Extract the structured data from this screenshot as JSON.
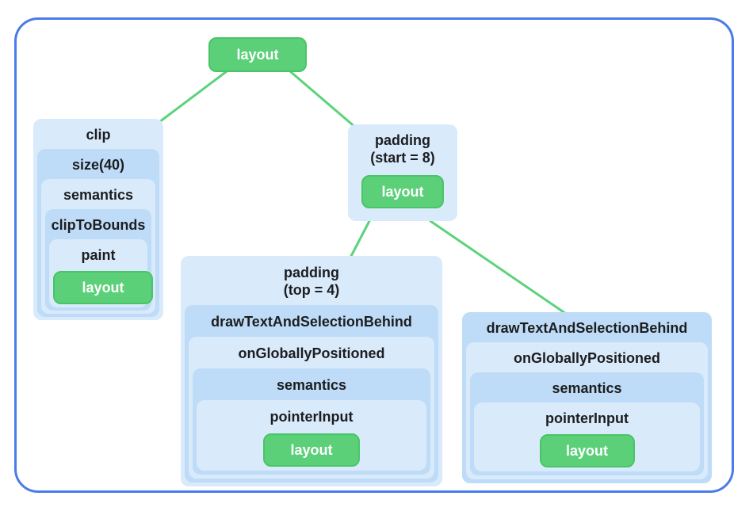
{
  "colors": {
    "frame_border": "#4A7BE8",
    "box_light_blue": "#D9EAFB",
    "box_mid_blue": "#BEDCF7",
    "leaf_green": "#5BD078",
    "leaf_green_border": "#4AC468",
    "edge_green": "#5CD37B",
    "label_text": "#1C1D1F",
    "leaf_text": "#FFFFFF"
  },
  "root": {
    "label": "layout"
  },
  "nodes": {
    "clip": {
      "levels": [
        "clip",
        "size(40)",
        "semantics",
        "clipToBounds",
        "paint"
      ],
      "leaf_label": "layout"
    },
    "padding_start": {
      "label": "padding\n(start = 8)",
      "leaf_label": "layout"
    },
    "padding_top": {
      "levels": [
        "padding\n(top = 4)",
        "drawTextAndSelectionBehind",
        "onGloballyPositioned",
        "semantics",
        "pointerInput"
      ],
      "leaf_label": "layout"
    },
    "draw_text": {
      "levels": [
        "drawTextAndSelectionBehind",
        "onGloballyPositioned",
        "semantics",
        "pointerInput"
      ],
      "leaf_label": "layout"
    }
  }
}
